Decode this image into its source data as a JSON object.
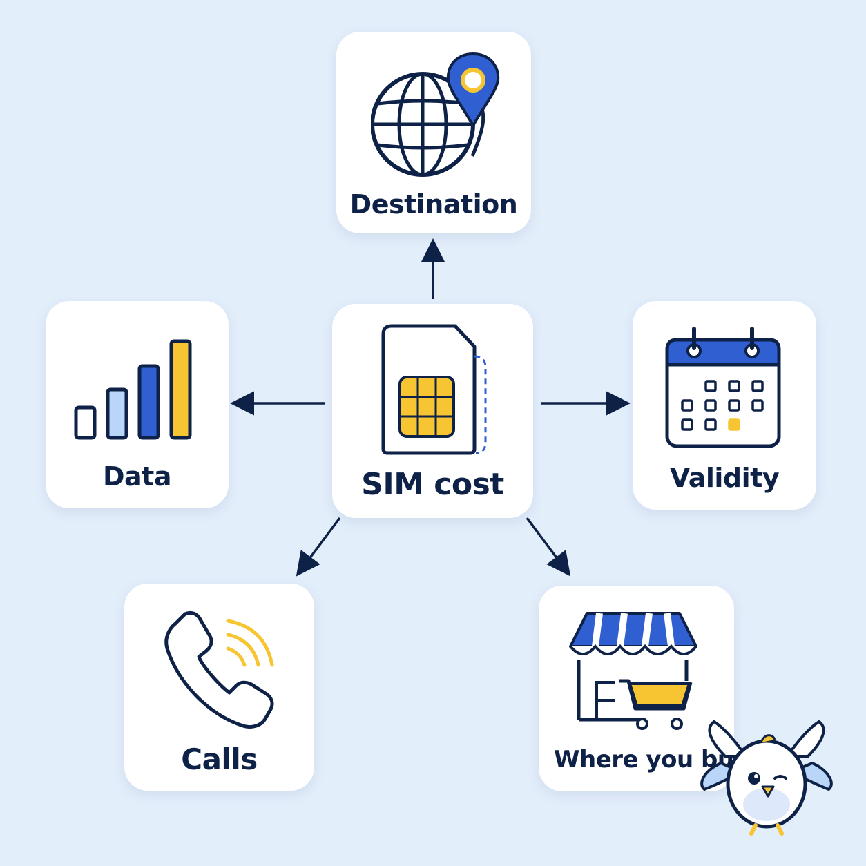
{
  "diagram": {
    "center": {
      "label": "SIM cost",
      "icon": "sim-card-icon"
    },
    "nodes": [
      {
        "id": "destination",
        "label": "Destination",
        "icon": "globe-location-pin-icon"
      },
      {
        "id": "data",
        "label": "Data",
        "icon": "signal-bars-icon"
      },
      {
        "id": "validity",
        "label": "Validity",
        "icon": "calendar-icon"
      },
      {
        "id": "calls",
        "label": "Calls",
        "icon": "phone-icon"
      },
      {
        "id": "where-you-buy",
        "label": "Where you buy",
        "icon": "shop-cart-icon"
      }
    ],
    "colors": {
      "background": "#e3eefb",
      "card": "#ffffff",
      "outline": "#0e2147",
      "blue": "#2f5fd0",
      "light_blue": "#b9d5f7",
      "yellow": "#f7c531"
    },
    "mascot": "bird-mascot-icon"
  }
}
